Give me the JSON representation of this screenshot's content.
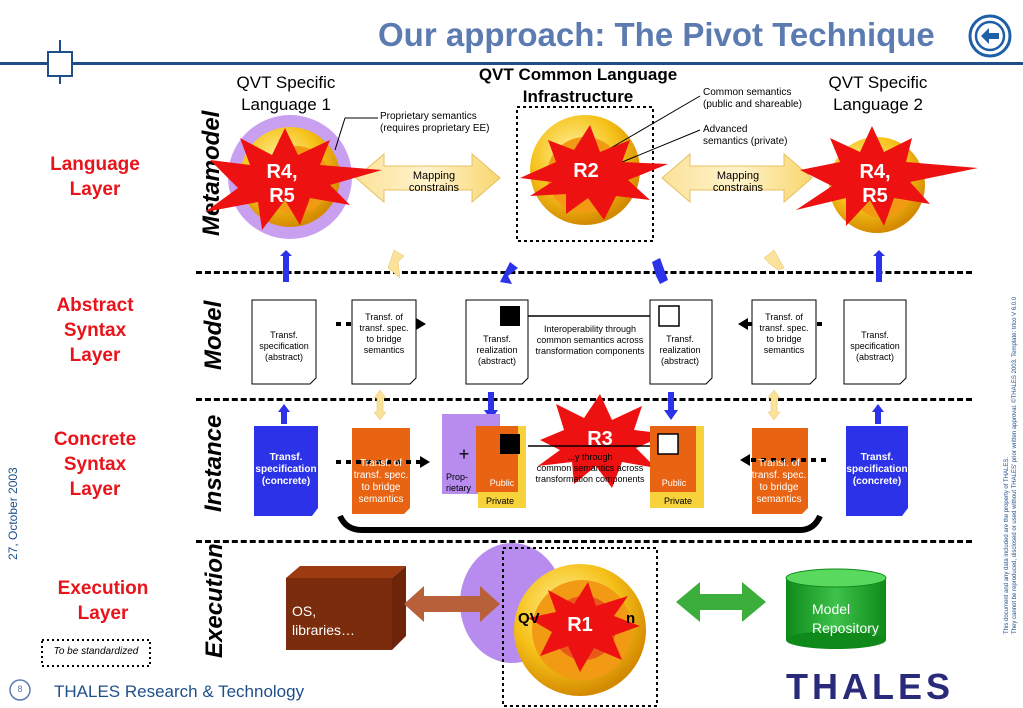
{
  "title": "Our approach: The Pivot Technique",
  "layers": {
    "language": "Language\nLayer",
    "abstract": "Abstract\nSyntax\nLayer",
    "concrete": "Concrete\nSyntax\nLayer",
    "execution": "Execution\nLayer"
  },
  "vertical_labels": {
    "metamodel": "Metamodel",
    "model": "Model",
    "instance": "Instance",
    "execution": "Execution"
  },
  "headers": {
    "qvt_left": "QVT Specific\nLanguage 1",
    "qvt_common": "QVT Common Language\nInfrastructure",
    "qvt_right": "QVT Specific\nLanguage 2"
  },
  "annotations": {
    "proprietary": "Proprietary semantics\n(requires proprietary EE)",
    "common_sem": "Common semantics\n(public and shareable)",
    "advanced_sem": "Advanced\nsemantics (private)"
  },
  "mapping_left": "Mapping\nconstrains",
  "mapping_right": "Mapping\nconstrains",
  "stars": {
    "r45_left": "R4,\nR5",
    "r2": "R2",
    "r45_right": "R4,\nR5",
    "r3": "R3",
    "r1": "R1"
  },
  "model_row": {
    "spec_left": "Transf.\nspecification\n(abstract)",
    "bridge_left": "Transf. of\ntransf. spec.\nto bridge\nsemantics",
    "real_left": "Transf.\nrealization\n(abstract)",
    "interop": "Interoperability through\ncommon semantics across\ntransformation components",
    "real_right": "Transf.\nrealization\n(abstract)",
    "bridge_right": "Transf. of\ntransf. spec.\nto bridge\nsemantics",
    "spec_right": "Transf.\nspecification\n(abstract)"
  },
  "instance_row": {
    "spec_left": "Transf.\nspecification\n(concrete)",
    "bridge_left": "Transf. of\ntransf. spec.\nto bridge\nsemantics",
    "plus": "+",
    "proprietary": "Prop-\nrietary",
    "public_left": "Public",
    "private_left": "Private",
    "interop": "...y through\ncommon semantics across\ntransformation components",
    "public_right": "Public",
    "private_right": "Private",
    "bridge_right": "Transf. of\ntransf. spec.\nto bridge\nsemantics",
    "spec_right": "Transf.\nspecification\n(concrete)"
  },
  "execution_row": {
    "os": "OS,\nlibraries…",
    "core_text_left": "QV",
    "core_text_right": "n",
    "repository": "Model\nRepository"
  },
  "legend": "To be standardized",
  "footer": {
    "page": "8",
    "org": "THALES Research & Technology",
    "logo": "THALES",
    "date": "27, October 2003",
    "legal1": "This document and any data included are the property of THALES.",
    "legal2": "They cannot be reproduced, disclosed or used without THALES' prior written approval. ©THALES 2003. Template: trtco V 6.0.0"
  },
  "colors": {
    "title": "#5b7bb1",
    "layer_label": "#e8141c",
    "star": "#ee1111",
    "arrow_blue": "#2b32e8",
    "arrow_yellow": "#fbe29a"
  }
}
